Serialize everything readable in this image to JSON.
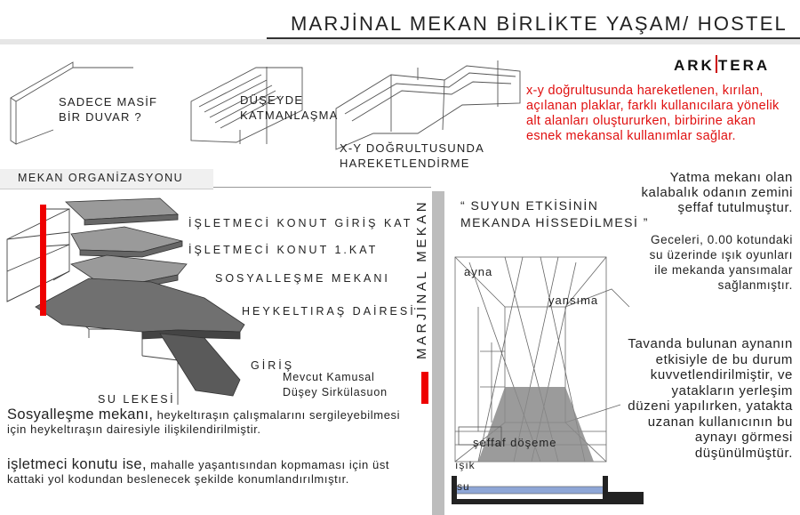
{
  "header": {
    "title": "MARJİNAL MEKAN BİRLİKTE YAŞAM/ HOSTEL",
    "logo": {
      "left": "ARK",
      "right": "TERA"
    }
  },
  "wall_concepts": {
    "item1": {
      "line1": "SADECE MASİF",
      "line2": "BİR DUVAR ?"
    },
    "item2": {
      "line1": "DÜŞEYDE",
      "line2": "KATMANLAŞMA"
    },
    "item3": {
      "line1": "X-Y DOĞRULTUSUNDA",
      "line2": "HAREKETLENDİRME"
    }
  },
  "intro_text": "x-y doğrultusunda hareketlenen, kırılan, açılanan plaklar, farklı kullanıcılara yönelik alt alanları oluştururken, birbirine akan esnek mekansal kullanımlar sağlar.",
  "organization": {
    "title": "MEKAN ORGANİZASYONU",
    "layers": [
      "İŞLETMECİ KONUT GİRİŞ KAT",
      "İŞLETMECİ KONUT 1.KAT",
      "SOSYALLEŞME MEKANI",
      "HEYKELTIRAŞ DAİRESİ",
      "GİRİŞ"
    ],
    "water_trace": "SU LEKESİ",
    "stair": {
      "line1": "Mevcut Kamusal",
      "line2": "Düşey Sirkülasuon"
    }
  },
  "description": {
    "p1_lead": "Sosyalleşme mekanı,",
    "p1_rest": " heykeltıraşın çalışmalarını sergileyebilmesi için heykeltıraşın dairesiyle ilişkilendirilmiştir.",
    "p2_lead": "işletmeci konutu ise,",
    "p2_rest": " mahalle yaşantısından kopmaması için üst kattaki yol kodundan beslenecek şekilde konumlandırılmıştır."
  },
  "section": {
    "vertical_title": "MARJİNAL MEKAN",
    "quote_line1": "“ SUYUN ETKİSİNİN",
    "quote_line2": "MEKANDA HİSSEDİLMESİ ”",
    "labels": {
      "mirror": "ayna",
      "reflection": "yansıma",
      "glass_floor": "şeffaf döşeme",
      "light": "ışık",
      "water": "su"
    }
  },
  "right_texts": {
    "t1": "Yatma mekanı olan kalabalık odanın zemini şeffaf tutulmuştur.",
    "t2": "Geceleri, 0.00 kotundaki su üzerinde ışık oyunları ile mekanda yansımalar sağlanmıştır.",
    "t3": "Tavanda bulunan aynanın etkisiyle de bu durum kuvvetlendirilmiştir, ve yatakların yerleşim düzeni yapılırken, yatakta uzanan kullanıcının bu aynayı görmesi düşünülmüştür."
  },
  "colors": {
    "accent_red": "#e01010",
    "plate_gray": "#8c8c8c",
    "dark_plate": "#555555"
  }
}
